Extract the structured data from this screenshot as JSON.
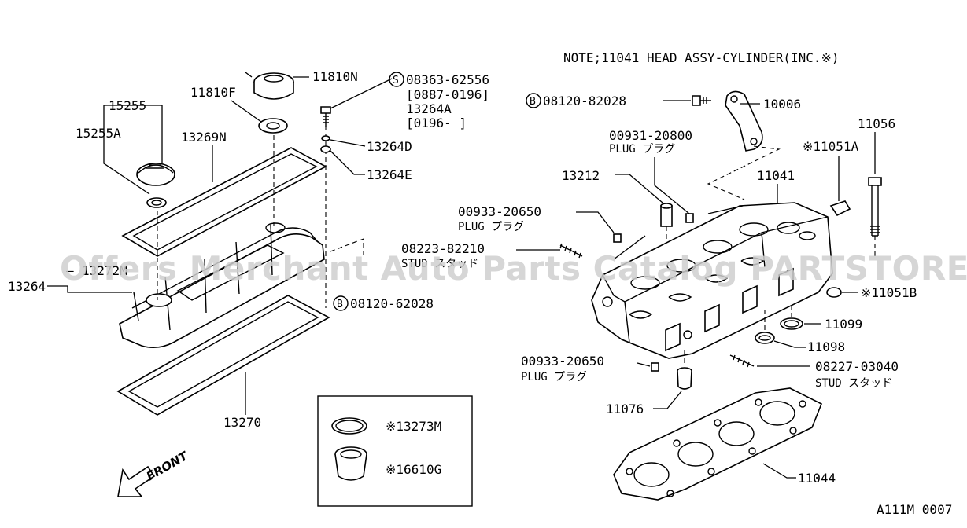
{
  "note": "NOTE;11041 HEAD ASSY-CYLINDER(INC.※)",
  "watermark": "Offers Merchant Auto Parts Catalog PARTSTORE.SA",
  "footer_code": "A111M 0007",
  "front_label": "FRONT",
  "parts": {
    "p15255": "15255",
    "p15255A": "15255A",
    "p11810F": "11810F",
    "p11810N": "11810N",
    "p13269N": "13269N",
    "p13264D": "13264D",
    "p13264E": "13264E",
    "p13264": "13264",
    "p13272M": "13272M",
    "p13270": "13270",
    "s_code": "08363-62556",
    "s_date1": "[0887-0196]",
    "s_part2": "13264A",
    "s_date2": "[0196-     ]",
    "b_bolt1": "08120-82028",
    "p10006": "10006",
    "plug1_code": "00931-20800",
    "plug1_label": "PLUG プラグ",
    "p11056": "11056",
    "p11051A": "※11051A",
    "p13212": "13212",
    "p11041": "11041",
    "plug2_code": "00933-20650",
    "plug2_label": "PLUG プラグ",
    "stud1_code": "08223-82210",
    "stud1_label": "STUD スタッド",
    "b_bolt2": "08120-62028",
    "p11051B": "※11051B",
    "p11099": "11099",
    "p11098": "11098",
    "plug3_code": "00933-20650",
    "plug3_label": "PLUG プラグ",
    "stud2_code": "08227-03040",
    "stud2_label": "STUD スタッド",
    "p11076": "11076",
    "p11044": "11044",
    "p13273M": "※13273M",
    "p16610G": "※16610G"
  },
  "markers": {
    "s": "S",
    "b": "B"
  }
}
